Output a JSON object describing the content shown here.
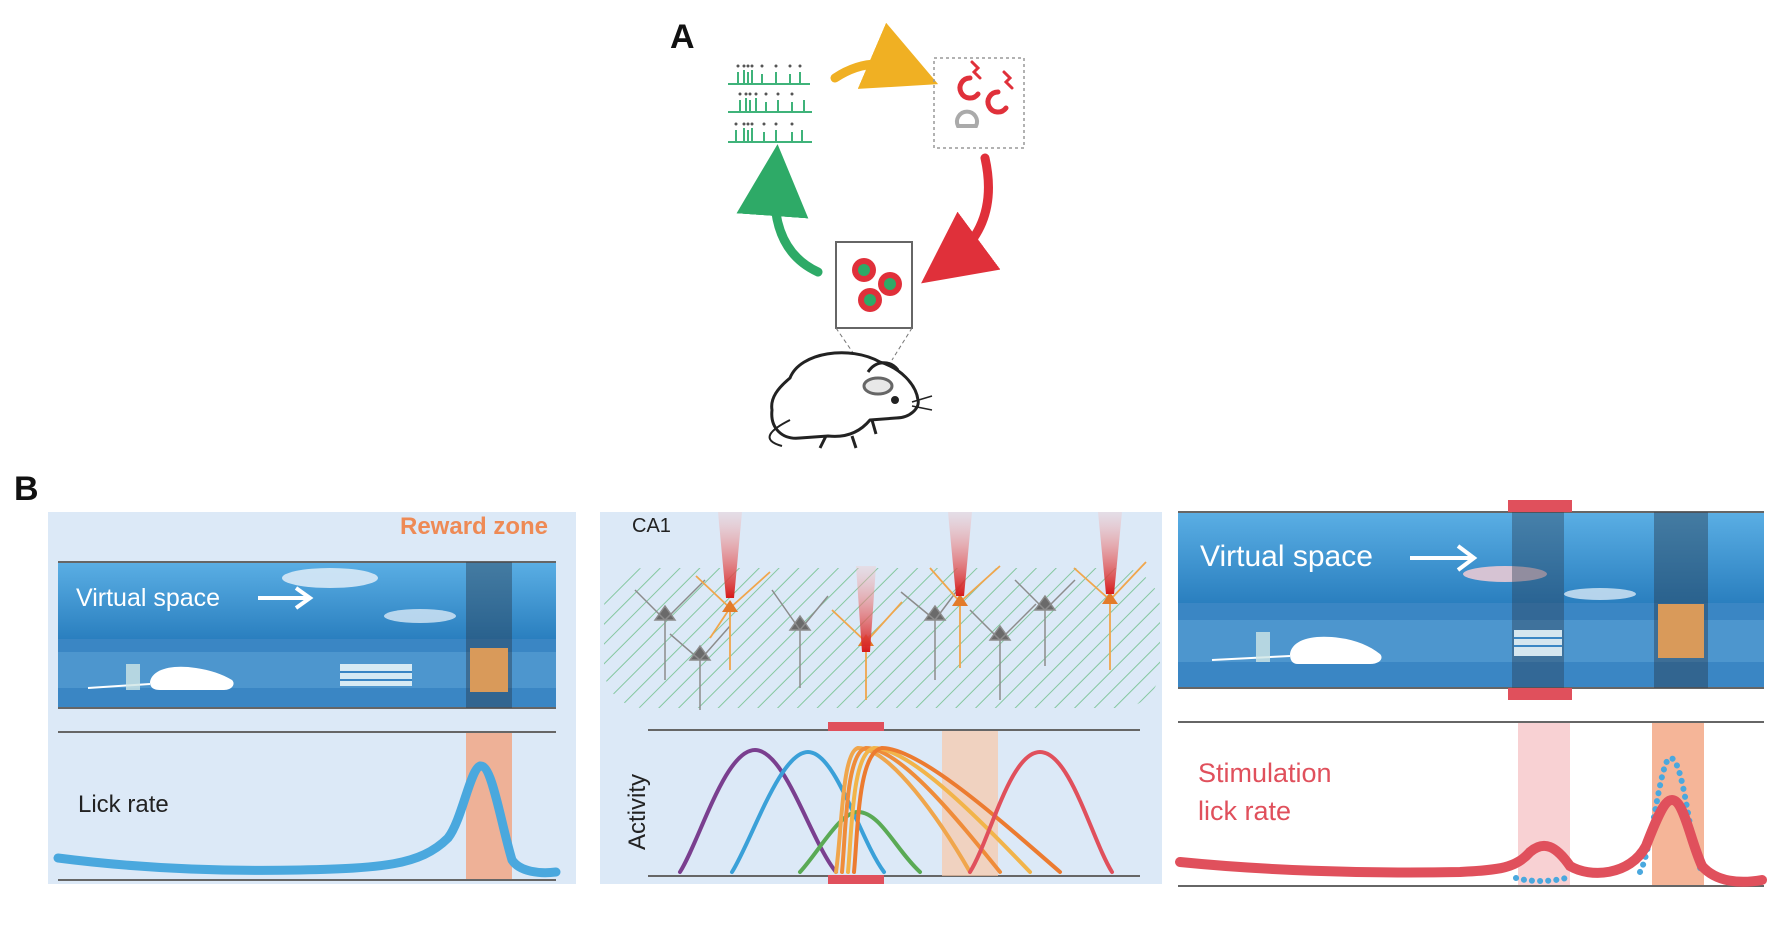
{
  "panel_a": {
    "letter": "A"
  },
  "panel_b": {
    "letter": "B",
    "left": {
      "reward_zone_label": "Reward zone",
      "virtual_space_label": "Virtual space",
      "lick_rate_label": "Lick rate"
    },
    "middle": {
      "region_label": "CA1",
      "activity_label": "Activity"
    },
    "right": {
      "virtual_space_label": "Virtual space",
      "stim_label_line1": "Stimulation",
      "stim_label_line2": "lick rate"
    }
  },
  "colors": {
    "panel_bg": "#dce9f7",
    "sky": "#2f88c6",
    "floor": "#2d6faf",
    "lick_curve": "#4aa8de",
    "stim_curve": "#e0505c",
    "reward_zone": "#f2a27e",
    "stim_marker": "#e0505c",
    "green_arrow": "#2eaa67",
    "yellow_arrow": "#f0b023",
    "red_arrow": "#e0303a",
    "trace_green": "#3fb37a"
  },
  "icons": [
    "mouse-icon",
    "neuron-icon",
    "laser-beam-icon",
    "electrode-icon",
    "microscope-fov-icon"
  ]
}
